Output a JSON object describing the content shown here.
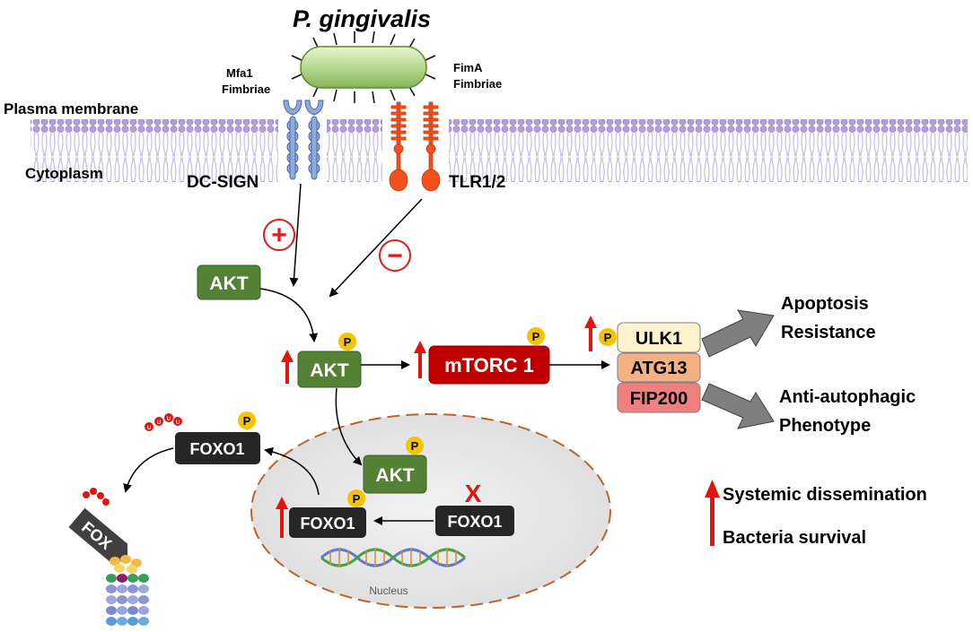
{
  "title": "P. gingivalis",
  "membrane": {
    "top_label": "Plasma membrane",
    "bottom_label": "Cytoplasm",
    "left_fimbriae": [
      "Mfa1",
      "Fimbriae"
    ],
    "right_fimbriae": [
      "FimA",
      "Fimbriae"
    ],
    "dc_sign": "DC-SIGN",
    "tlr": "TLR1/2"
  },
  "signs": {
    "plus": "+",
    "minus": "−"
  },
  "nodes": {
    "akt_top": "AKT",
    "akt_mid": "AKT",
    "akt_nucleus": "AKT",
    "mtorc1": "mTORC 1",
    "ulk1": "ULK1",
    "atg13": "ATG13",
    "fip200": "FIP200",
    "foxo1_cyto": "FOXO1",
    "foxo1_nuc_left": "FOXO1",
    "foxo1_nuc_right": "FOXO1",
    "fox_degraded": "FOX",
    "phospho": "P",
    "ubiquitin": "U",
    "x_mark": "X",
    "nucleus": "Nucleus"
  },
  "outcomes": {
    "apoptosis": [
      "Apoptosis",
      "Resistance"
    ],
    "autophagy": [
      "Anti-autophagic",
      "Phenotype"
    ]
  },
  "legend": {
    "systemic": "Systemic dissemination",
    "survival": "Bacteria survival"
  },
  "colors": {
    "akt_green": "#548235",
    "mtor_red": "#c00000",
    "foxo_dark": "#262626",
    "phospho_yellow": "#f5c400",
    "arrow_red": "#e3130e",
    "ulk1_fill": "#fff2cc",
    "atg13_fill": "#f4b183",
    "fip200_fill": "#f08080",
    "tlr_orange": "#f4501e",
    "dcsign_blue": "#8faadc",
    "membrane_purple": "#b4a7d6",
    "nucleus_fill": "#e8e8e8",
    "nucleus_border": "#c0622b",
    "fat_arrow_gray": "#7f7f7f"
  }
}
